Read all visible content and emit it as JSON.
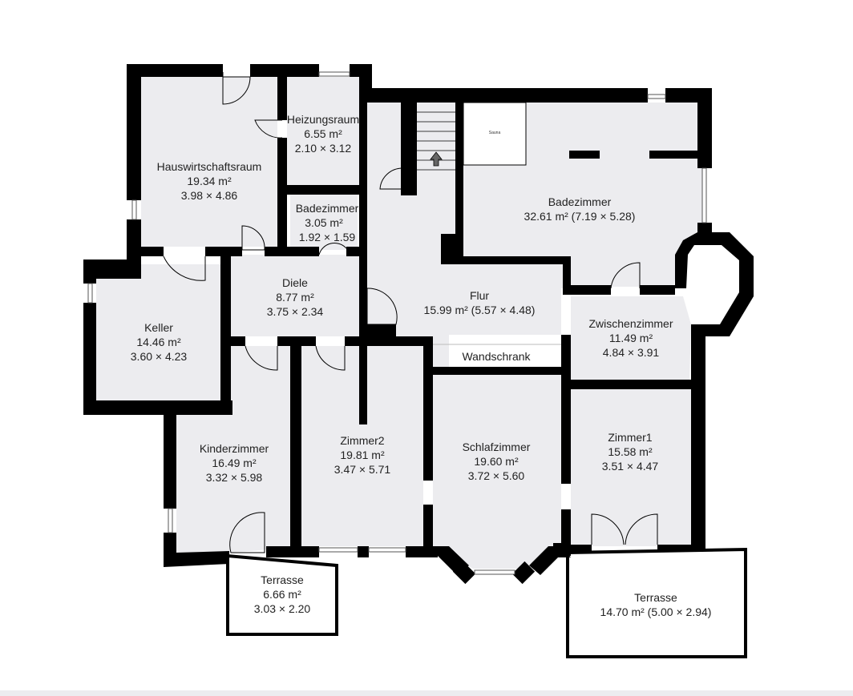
{
  "floorplan": {
    "rooms": [
      {
        "name": "Heizungsraum",
        "area": "6.55 m²",
        "dims": "2.10 × 3.12"
      },
      {
        "name": "Hauswirtschaftsraum",
        "area": "19.34 m²",
        "dims": "3.98 × 4.86"
      },
      {
        "name": "Badezimmer",
        "area": "3.05 m²",
        "dims": "1.92 × 1.59"
      },
      {
        "name": "Badezimmer",
        "area": "32.61 m² (7.19 × 5.28)",
        "dims": ""
      },
      {
        "name": "Diele",
        "area": "8.77 m²",
        "dims": "3.75 × 2.34"
      },
      {
        "name": "Flur",
        "area": "15.99 m² (5.57 × 4.48)",
        "dims": ""
      },
      {
        "name": "Keller",
        "area": "14.46 m²",
        "dims": "3.60 × 4.23"
      },
      {
        "name": "Zwischenzimmer",
        "area": "11.49 m²",
        "dims": "4.84 × 3.91"
      },
      {
        "name": "Wandschrank",
        "area": "",
        "dims": ""
      },
      {
        "name": "Kinderzimmer",
        "area": "16.49 m²",
        "dims": "3.32 × 5.98"
      },
      {
        "name": "Zimmer2",
        "area": "19.81 m²",
        "dims": "3.47 × 5.71"
      },
      {
        "name": "Schlafzimmer",
        "area": "19.60 m²",
        "dims": "3.72 × 5.60"
      },
      {
        "name": "Zimmer1",
        "area": "15.58 m²",
        "dims": "3.51 × 4.47"
      },
      {
        "name": "Terrasse",
        "area": "6.66 m²",
        "dims": "3.03 × 2.20"
      },
      {
        "name": "Terrasse",
        "area": "14.70 m² (5.00 × 2.94)",
        "dims": ""
      }
    ],
    "fixture_label": "Sauna",
    "colors": {
      "wall": "#000000",
      "floor": "#ececef",
      "background": "#ffffff",
      "text": "#222222"
    }
  }
}
